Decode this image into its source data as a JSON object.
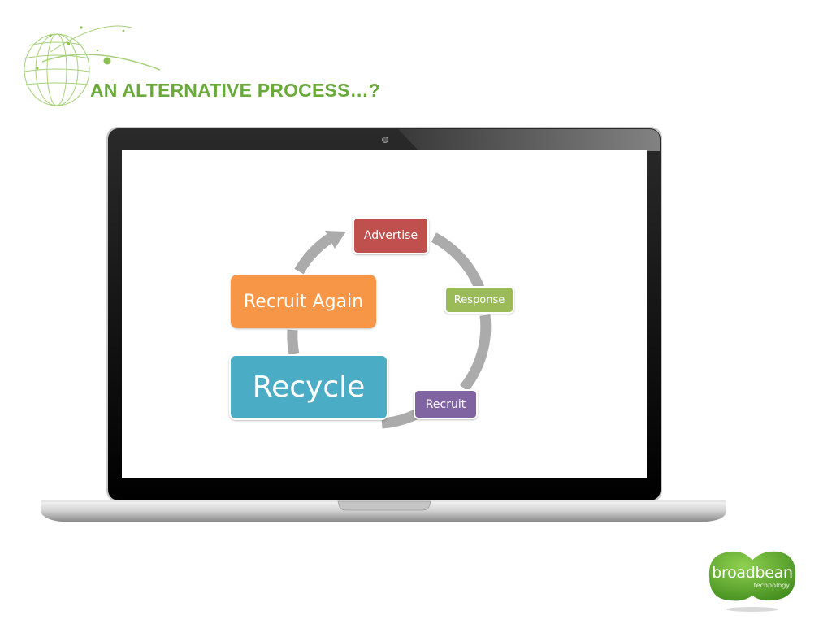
{
  "slide": {
    "title": "AN ALTERNATIVE PROCESS…?",
    "title_color": "#6aaa3a"
  },
  "diagram": {
    "type": "cycle",
    "ring_color": "#ababab",
    "nodes": [
      {
        "id": "advertise",
        "label": "Advertise",
        "color": "#c0504d"
      },
      {
        "id": "response",
        "label": "Response",
        "color": "#9bbb59"
      },
      {
        "id": "recruit",
        "label": "Recruit",
        "color": "#8064a2"
      },
      {
        "id": "recycle",
        "label": "Recycle",
        "color": "#4bacc6"
      },
      {
        "id": "recruit-again",
        "label": "Recruit Again",
        "color": "#f79646"
      }
    ]
  },
  "logo": {
    "name": "broadbean",
    "tagline": "technology",
    "color": "#5aa02c",
    "icon": "broadbean-logo"
  },
  "decoration": {
    "icon": "globe-swoosh-icon"
  }
}
